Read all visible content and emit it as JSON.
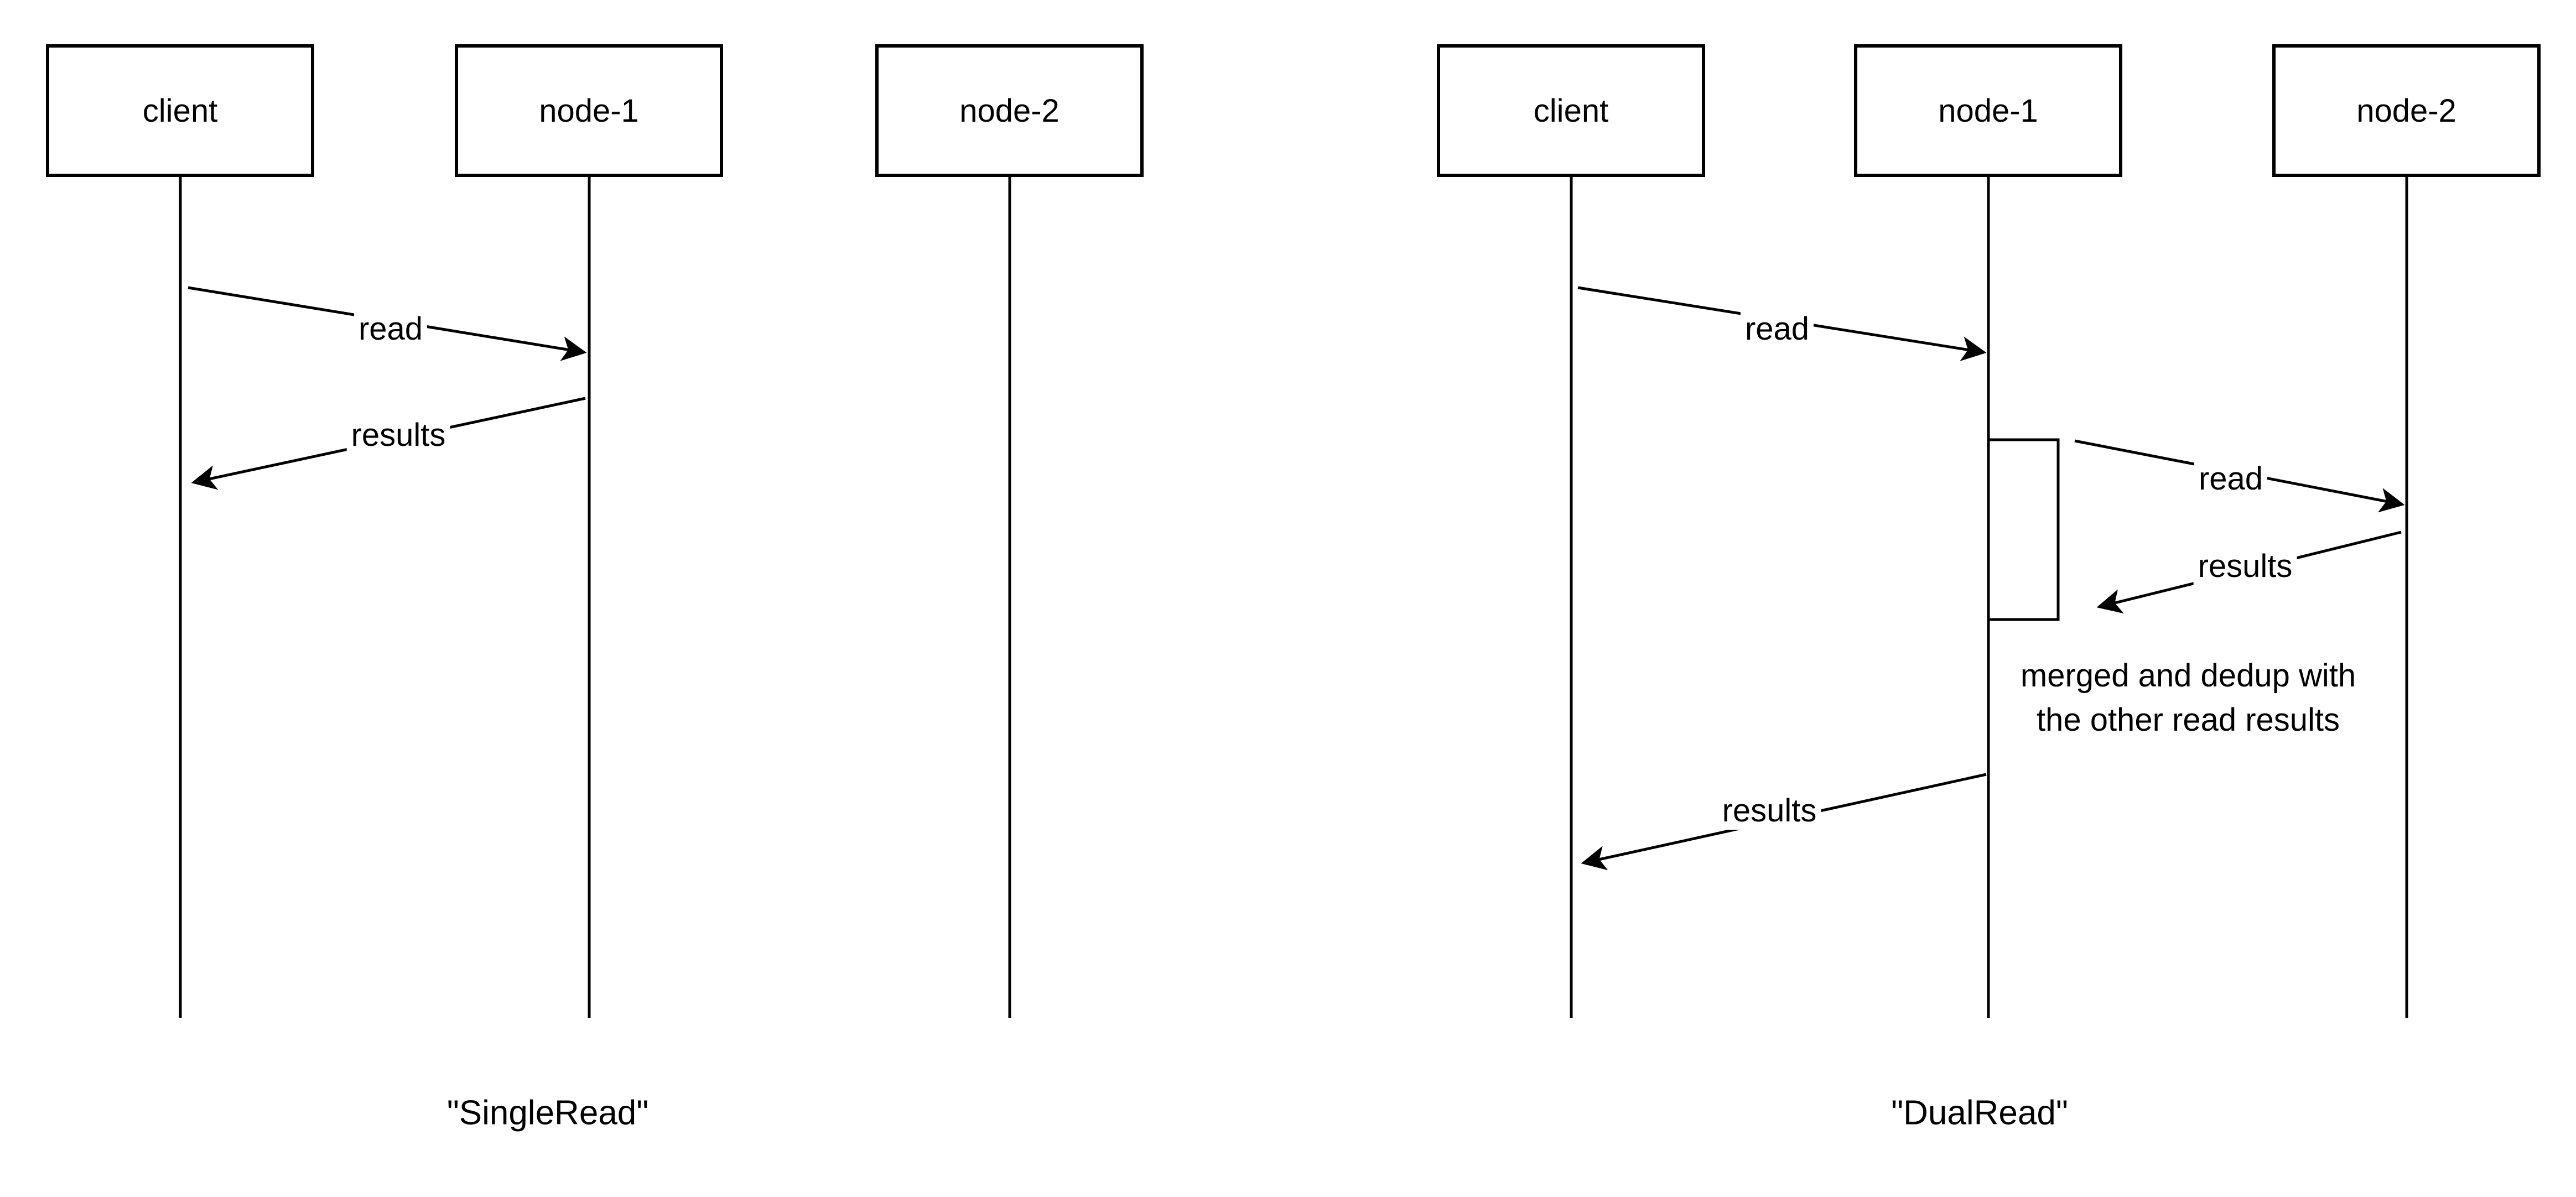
{
  "colors": {
    "line": "#000000",
    "background": "#ffffff"
  },
  "diagrams": [
    {
      "caption": "\"SingleRead\"",
      "actors": [
        {
          "label": "client"
        },
        {
          "label": "node-1"
        },
        {
          "label": "node-2"
        }
      ],
      "messages": [
        {
          "label": "read",
          "from": "client",
          "to": "node-1"
        },
        {
          "label": "results",
          "from": "node-1",
          "to": "client"
        }
      ]
    },
    {
      "caption": "\"DualRead\"",
      "actors": [
        {
          "label": "client"
        },
        {
          "label": "node-1"
        },
        {
          "label": "node-2"
        }
      ],
      "messages": [
        {
          "label": "read",
          "from": "client",
          "to": "node-1"
        },
        {
          "label": "read",
          "from": "node-1",
          "to": "node-2"
        },
        {
          "label": "results",
          "from": "node-2",
          "to": "node-1"
        },
        {
          "label": "results",
          "from": "node-1",
          "to": "client"
        }
      ],
      "note": "merged and dedup with\nthe other read results"
    }
  ]
}
